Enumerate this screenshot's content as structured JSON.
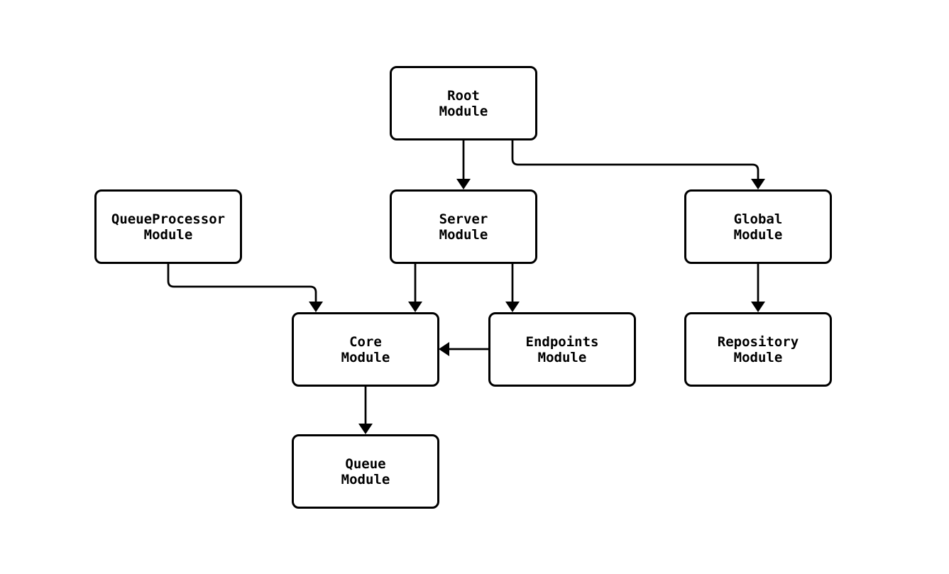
{
  "diagram": {
    "background_color": "#ffffff",
    "stroke_color": "#000000",
    "node_fill_color": "#ffffff",
    "nodes": {
      "root": {
        "line1": "Root",
        "line2": "Module"
      },
      "queueprocessor": {
        "line1": "QueueProcessor",
        "line2": "Module"
      },
      "server": {
        "line1": "Server",
        "line2": "Module"
      },
      "global": {
        "line1": "Global",
        "line2": "Module"
      },
      "core": {
        "line1": "Core",
        "line2": "Module"
      },
      "endpoints": {
        "line1": "Endpoints",
        "line2": "Module"
      },
      "repository": {
        "line1": "Repository",
        "line2": "Module"
      },
      "queue": {
        "line1": "Queue",
        "line2": "Module"
      }
    },
    "edges": [
      {
        "from": "Root Module",
        "to": "Server Module"
      },
      {
        "from": "Root Module",
        "to": "Global Module"
      },
      {
        "from": "QueueProcessor Module",
        "to": "Core Module"
      },
      {
        "from": "Server Module",
        "to": "Core Module"
      },
      {
        "from": "Server Module",
        "to": "Endpoints Module"
      },
      {
        "from": "Endpoints Module",
        "to": "Core Module"
      },
      {
        "from": "Global Module",
        "to": "Repository Module"
      },
      {
        "from": "Core Module",
        "to": "Queue Module"
      }
    ]
  }
}
